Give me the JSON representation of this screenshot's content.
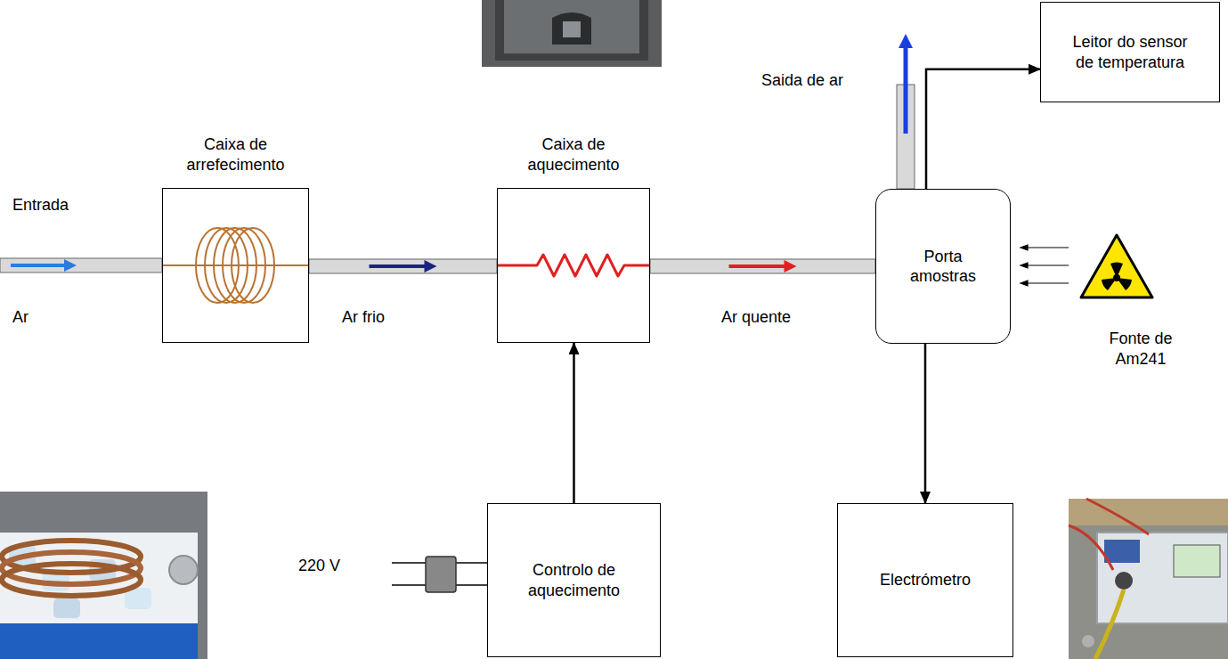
{
  "diagram": {
    "nodes": [
      {
        "text": [
          "Caixa de arrefecimento"
        ]
      },
      {
        "text": [
          "Caixa de aquecimento"
        ]
      },
      {
        "text": [
          "Porta amostras"
        ]
      },
      {
        "text": [
          "Leitor do sensor de temperatura"
        ]
      },
      {
        "text": [
          "Controlo de aquecimento"
        ]
      },
      {
        "text": [
          "Electrómetro"
        ]
      }
    ],
    "edges": [
      {
        "from": 0,
        "to": 1,
        "arrow": "to",
        "label": "Ar frio"
      },
      {
        "from": 1,
        "to": 2,
        "arrow": "to",
        "label": "Ar quente"
      },
      {
        "from": 2,
        "to": 3,
        "arrow": "to"
      },
      {
        "from": 4,
        "to": 1,
        "arrow": "to"
      },
      {
        "from": 2,
        "to": 5,
        "arrow": "to"
      }
    ],
    "labels": [
      "Entrada",
      "Ar",
      "Saida de ar",
      "220 V",
      "Fonte de Am241"
    ]
  }
}
